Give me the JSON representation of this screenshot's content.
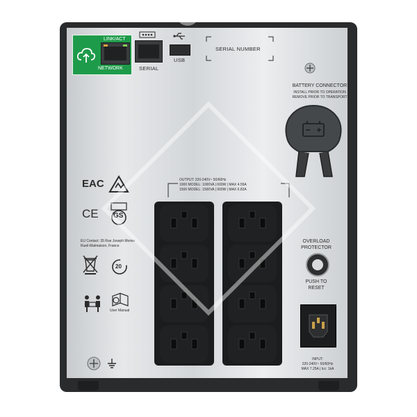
{
  "network": {
    "link_label": "LINK/ACT",
    "label": "NETWORK"
  },
  "serial_port": {
    "label": "SERIAL"
  },
  "usb_port": {
    "label": "USB"
  },
  "serial_number": {
    "label": "SERIAL NUMBER"
  },
  "battery": {
    "title": "BATTERY CONNECTOR",
    "line1": "INSTALL PRIOR TO OPERATION",
    "line2": "REMOVE PRIOR TO TRANSPORT"
  },
  "output_spec": {
    "line1": "OUTPUT: 220-240V~ 50/60Hz",
    "line2": "1000 MODEL: 1000VA | 600W | MAX 4.55A",
    "line3": "1500 MODEL: 1500VA | 900W | MAX 6.82A"
  },
  "eu_contact": {
    "line1": "EU Contact: 35 Rue Joseph Monier",
    "line2": "Rueil-Malmaison, France"
  },
  "overload": {
    "line1": "OVERLOAD",
    "line2": "PROTECTOR"
  },
  "reset": {
    "line1": "PUSH TO",
    "line2": "RESET"
  },
  "input_spec": {
    "line1": "INPUT:",
    "line2": "220-240V~ 50/60Hz",
    "line3": "MAX 7.25A | Icc: 1kA"
  },
  "marks": {
    "eac": "EAC",
    "ce": "CE",
    "gs": "GS",
    "recycle": "20",
    "manual": "User Manual"
  },
  "colors": {
    "network_green": "#1e9b4a",
    "casing": "#2a2b2d",
    "panel": "#dfe1e3"
  }
}
